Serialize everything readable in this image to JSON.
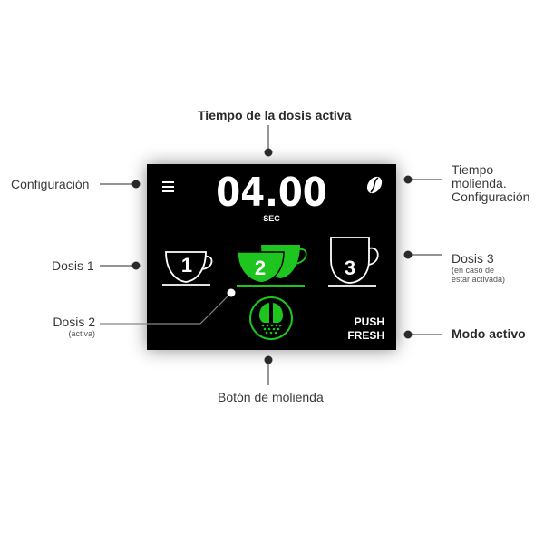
{
  "annotations": {
    "top": "Tiempo de la dosis activa",
    "configuracion": "Configuración",
    "tiempo_molienda_1": "Tiempo",
    "tiempo_molienda_2": "molienda.",
    "tiempo_molienda_3": "Configuración",
    "dosis1": "Dosis 1",
    "dosis2": "Dosis 2",
    "dosis2_note": "(activa)",
    "dosis3": "Dosis 3",
    "dosis3_note_1": "(en caso de",
    "dosis3_note_2": "estar activada)",
    "modo_activo": "Modo activo",
    "boton_molienda": "Botón de molienda"
  },
  "screen": {
    "time_value": "04.00",
    "time_unit": "SEC",
    "doses": [
      {
        "number": "1",
        "active": false
      },
      {
        "number": "2",
        "active": true
      },
      {
        "number": "3",
        "active": false
      }
    ],
    "mode_line1": "PUSH",
    "mode_line2": "FRESH",
    "icons": {
      "menu": "menu-icon",
      "settings": "coffee-bean-icon",
      "grind": "grind-button-icon"
    }
  },
  "colors": {
    "screen_bg": "#000000",
    "accent_green": "#1ec51e",
    "text_white": "#ffffff",
    "annotation_text": "#3a3a3a",
    "connector": "#555555"
  }
}
